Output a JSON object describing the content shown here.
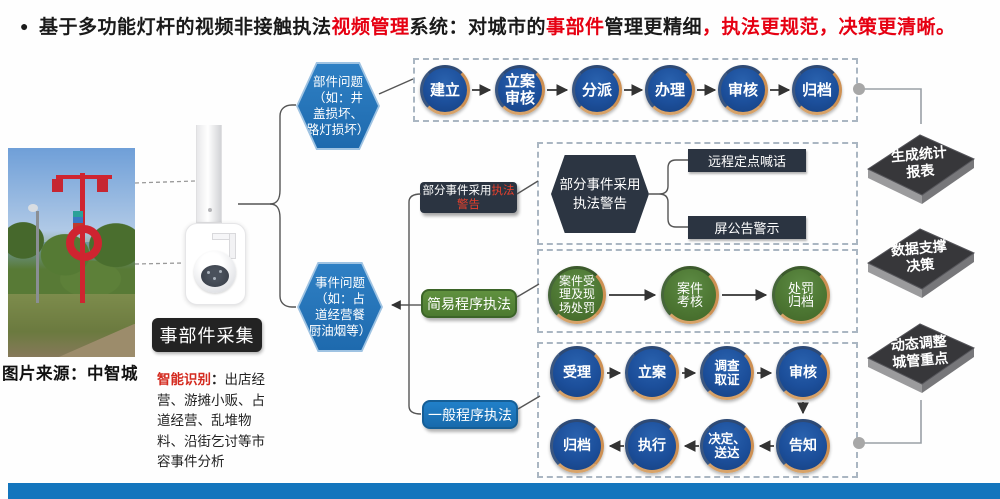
{
  "title": {
    "bullet": "●",
    "part1": "基于多功能灯杆的视频非接触执法",
    "red1": "视频管理",
    "part2": "系统：对城市的",
    "red2": "事部件",
    "part3": "管理更精细",
    "red3": "，执法更规范，决策更清晰。"
  },
  "photo": {
    "caption": "图片来源：中智城"
  },
  "capture": {
    "label": "事部件采集",
    "recognition": {
      "lead": "智能识别",
      "colon": "：",
      "body": "出店经营、游摊小贩、占道经营、乱堆物料、沿街乞讨等市容事件分析"
    }
  },
  "hex_part": {
    "lines": [
      "部件问题",
      "（如：井",
      "盖损坏、",
      "路灯损坏）"
    ]
  },
  "hex_event": {
    "lines": [
      "事件问题",
      "（如：占",
      "道经营餐",
      "厨油烟等）"
    ]
  },
  "flow_top": {
    "steps": [
      "建立",
      "立案\n审核",
      "分派",
      "办理",
      "审核",
      "归档"
    ]
  },
  "warning": {
    "tag_white": "部分事件采用",
    "tag_red": "执法警告",
    "hex_lines": [
      "部分事件采用",
      "执法警告"
    ],
    "outputs": [
      "远程定点喊话",
      "屏公告警示"
    ]
  },
  "simple": {
    "label": "简易程序执法",
    "steps": [
      "案件受\n理及现\n场处罚",
      "案件\n考核",
      "处罚\n归档"
    ]
  },
  "general": {
    "label": "一般程序执法",
    "row1": [
      "受理",
      "立案",
      "调查\n取证",
      "审核"
    ],
    "row2": [
      "归档",
      "执行",
      "决定、\n送达",
      "告知"
    ]
  },
  "outcomes": [
    "生成统计\n报表",
    "数据支撑\n决策",
    "动态调整\n城管重点"
  ],
  "colors": {
    "accent_red": "#e60012",
    "flow_blue": "#1c4f9b",
    "flow_green": "#4d7733",
    "hex_blue": "#2173b9",
    "dark_panel": "#2c3542",
    "bar_blue": "#1375bd"
  }
}
